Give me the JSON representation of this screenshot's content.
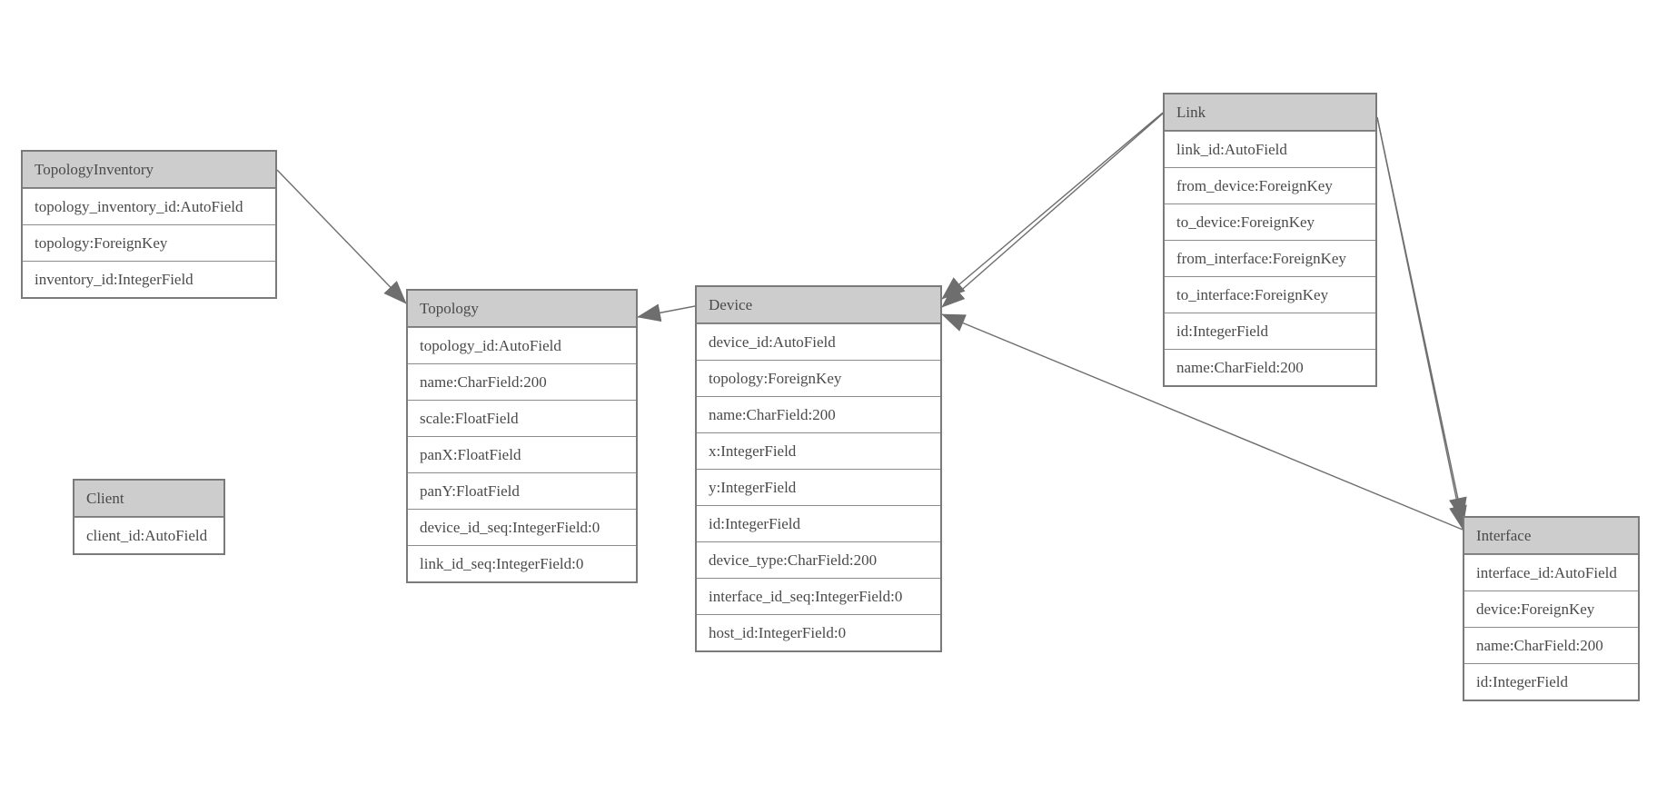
{
  "diagram_type": "entity-relationship-model-graph",
  "colors": {
    "background": "#ffffff",
    "header_fill": "#cdcdcd",
    "border": "#7a7a7a",
    "row_separator": "#8c8c8c",
    "text": "#4a4a4a",
    "connector": "#6e6e6e",
    "arrowhead": "#6e6e6e"
  },
  "entities": [
    {
      "name": "TopologyInventory",
      "fields": [
        "topology_inventory_id:AutoField",
        "topology:ForeignKey",
        "inventory_id:IntegerField"
      ]
    },
    {
      "name": "Topology",
      "fields": [
        "topology_id:AutoField",
        "name:CharField:200",
        "scale:FloatField",
        "panX:FloatField",
        "panY:FloatField",
        "device_id_seq:IntegerField:0",
        "link_id_seq:IntegerField:0"
      ]
    },
    {
      "name": "Client",
      "fields": [
        "client_id:AutoField"
      ]
    },
    {
      "name": "Device",
      "fields": [
        "device_id:AutoField",
        "topology:ForeignKey",
        "name:CharField:200",
        "x:IntegerField",
        "y:IntegerField",
        "id:IntegerField",
        "device_type:CharField:200",
        "interface_id_seq:IntegerField:0",
        "host_id:IntegerField:0"
      ]
    },
    {
      "name": "Link",
      "fields": [
        "link_id:AutoField",
        "from_device:ForeignKey",
        "to_device:ForeignKey",
        "from_interface:ForeignKey",
        "to_interface:ForeignKey",
        "id:IntegerField",
        "name:CharField:200"
      ]
    },
    {
      "name": "Interface",
      "fields": [
        "interface_id:AutoField",
        "device:ForeignKey",
        "name:CharField:200",
        "id:IntegerField"
      ]
    }
  ],
  "relationships": [
    {
      "from_entity": "TopologyInventory",
      "from_field": "topology",
      "to_entity": "Topology",
      "to_field": "topology_id",
      "arrow_at": "to"
    },
    {
      "from_entity": "Device",
      "from_field": "topology",
      "to_entity": "Topology",
      "to_field": "topology_id",
      "arrow_at": "to"
    },
    {
      "from_entity": "Link",
      "from_field": "from_device",
      "to_entity": "Device",
      "to_field": "device_id",
      "arrow_at": "to"
    },
    {
      "from_entity": "Link",
      "from_field": "to_device",
      "to_entity": "Device",
      "to_field": "device_id",
      "arrow_at": "to"
    },
    {
      "from_entity": "Interface",
      "from_field": "device",
      "to_entity": "Device",
      "to_field": "device_id",
      "arrow_at": "to"
    },
    {
      "from_entity": "Link",
      "from_field": "from_interface",
      "to_entity": "Interface",
      "to_field": "interface_id",
      "arrow_at": "to"
    },
    {
      "from_entity": "Link",
      "from_field": "to_interface",
      "to_entity": "Interface",
      "to_field": "interface_id",
      "arrow_at": "to"
    }
  ]
}
